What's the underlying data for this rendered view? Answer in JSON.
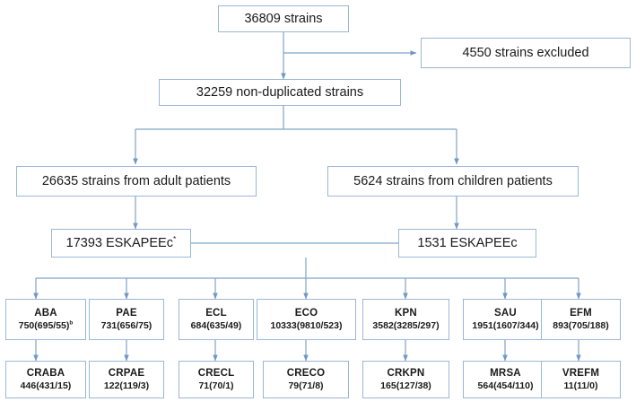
{
  "diagram": {
    "title": "Strain selection flowchart",
    "line_color": "#7fa3c8",
    "border_color": "#9bb7d4",
    "background": "#ffffff"
  },
  "nodes": {
    "total": {
      "label": "36809 strains"
    },
    "excluded": {
      "label": "4550 strains excluded"
    },
    "nonduplicated": {
      "label": "32259 non-duplicated strains"
    },
    "adult": {
      "label": "26635 strains from adult patients"
    },
    "children": {
      "label": "5624 strains from children patients"
    },
    "eskapeec_adult": {
      "label": "17393 ESKAPEEc",
      "marker": "*"
    },
    "eskapeec_children": {
      "label": "1531 ESKAPEEc",
      "marker": ""
    }
  },
  "pathogens": [
    {
      "code": "ABA",
      "counts": "750(695/55)",
      "marker": "b"
    },
    {
      "code": "PAE",
      "counts": "731(656/75)",
      "marker": ""
    },
    {
      "code": "ECL",
      "counts": "684(635/49)",
      "marker": ""
    },
    {
      "code": "ECO",
      "counts": "10333(9810/523)",
      "marker": ""
    },
    {
      "code": "KPN",
      "counts": "3582(3285/297)",
      "marker": ""
    },
    {
      "code": "SAU",
      "counts": "1951(1607/344)",
      "marker": ""
    },
    {
      "code": "EFM",
      "counts": "893(705/188)",
      "marker": ""
    }
  ],
  "resistant": [
    {
      "code": "CRABA",
      "counts": "446(431/15)"
    },
    {
      "code": "CRPAE",
      "counts": "122(119/3)"
    },
    {
      "code": "CRECL",
      "counts": "71(70/1)"
    },
    {
      "code": "CRECO",
      "counts": "79(71/8)"
    },
    {
      "code": "CRKPN",
      "counts": "165(127/38)"
    },
    {
      "code": "MRSA",
      "counts": "564(454/110)"
    },
    {
      "code": "VREFM",
      "counts": "11(11/0)"
    }
  ]
}
